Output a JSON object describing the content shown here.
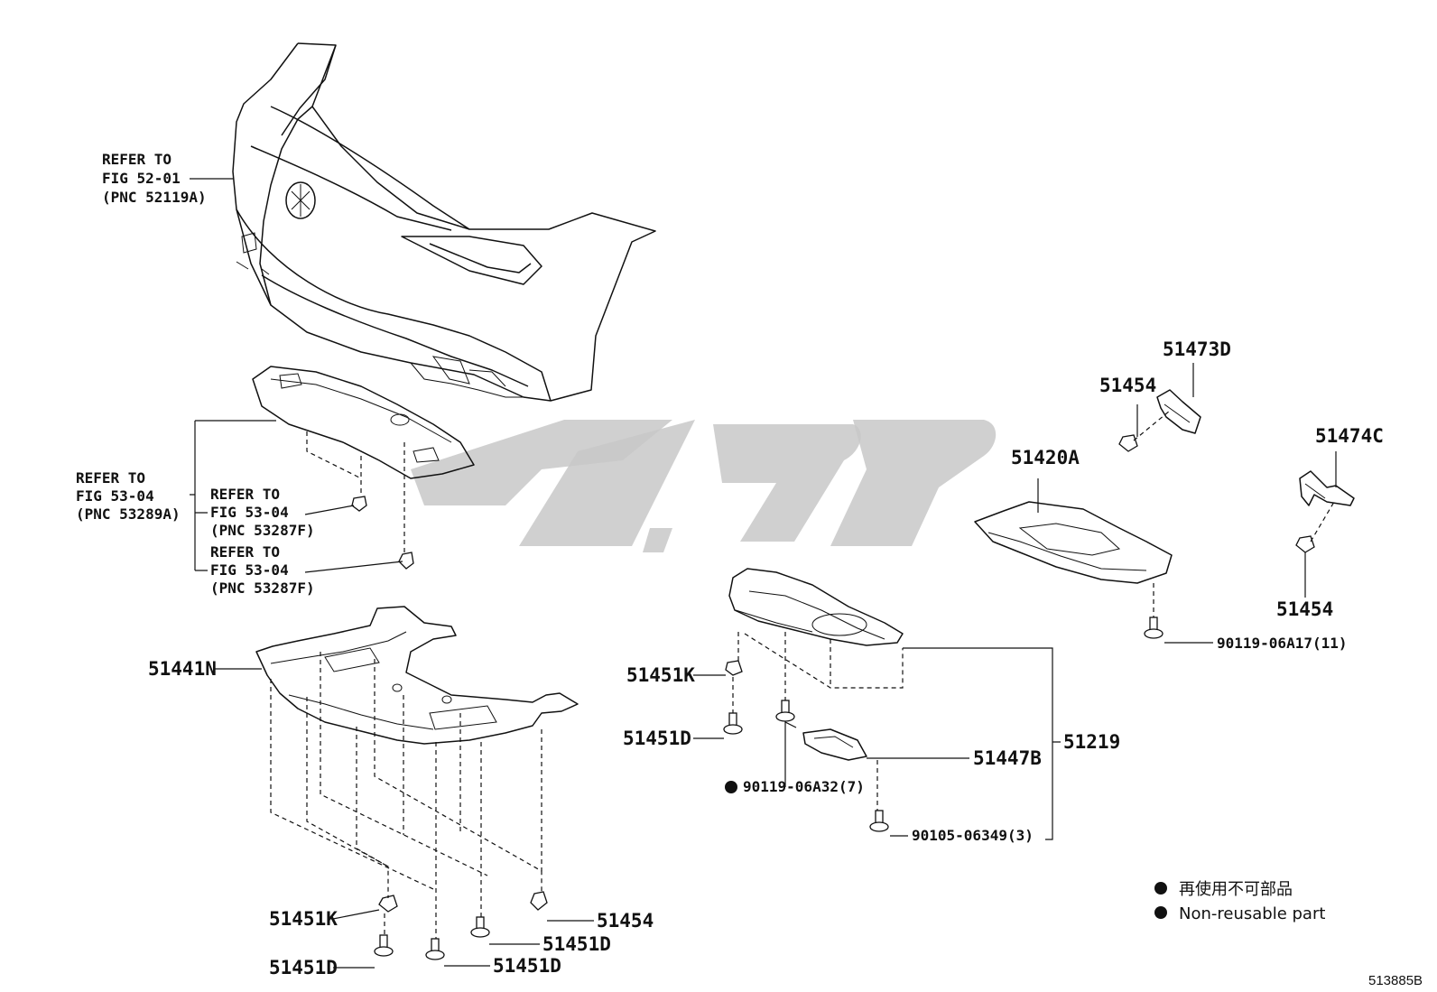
{
  "figure_code": "513885B",
  "references": [
    {
      "line1": "REFER TO",
      "line2": "FIG 52-01",
      "line3": "(PNC 52119A)"
    },
    {
      "line1": "REFER TO",
      "line2": "FIG 53-04",
      "line3": "(PNC 53289A)"
    },
    {
      "line1": "REFER TO",
      "line2": "FIG 53-04",
      "line3": "(PNC 53287F)"
    },
    {
      "line1": "REFER TO",
      "line2": "FIG 53-04",
      "line3": "(PNC 53287F)"
    }
  ],
  "parts": {
    "p51441N": "51441N",
    "p51451K_a": "51451K",
    "p51451D_a": "51451D",
    "p51451K_b": "51451K",
    "p51451D_b": "51451D",
    "p51451D_c": "51451D",
    "p51451D_d": "51451D",
    "p51454_a": "51454",
    "p51454_b": "51454",
    "p51454_c": "51454",
    "p51473D": "51473D",
    "p51474C": "51474C",
    "p51420A": "51420A",
    "p51219": "51219",
    "p51447B": "51447B",
    "p90119_06A17": "90119-06A17(11)",
    "p90119_06A32": "90119-06A32(7)",
    "p90105_06349": "90105-06349(3)"
  },
  "legend": {
    "jp": "再使用不可部品",
    "en": "Non-reusable part"
  },
  "colors": {
    "line": "#111111",
    "watermark": "#c8c8c8"
  }
}
